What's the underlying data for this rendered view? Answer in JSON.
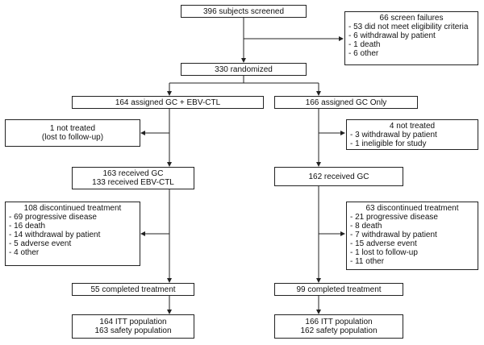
{
  "screened": "396 subjects screened",
  "screen_failures": {
    "title": "66 screen failures",
    "items": [
      "- 53 did not meet eligibility criteria",
      "- 6 withdrawal by patient",
      "- 1 death",
      "- 6 other"
    ]
  },
  "randomized": "330 randomized",
  "left_arm": {
    "assigned": "164 assigned GC + EBV-CTL",
    "not_treated": [
      "1 not treated",
      "(lost to follow-up)"
    ],
    "received": [
      "163 received GC",
      "133 received EBV-CTL"
    ],
    "discontinued": {
      "title": "108 discontinued treatment",
      "items": [
        "- 69 progressive disease",
        "- 16 death",
        "- 14 withdrawal by patient",
        "- 5 adverse event",
        "- 4 other"
      ]
    },
    "completed": "55 completed treatment",
    "population": [
      "164 ITT population",
      "163 safety population"
    ]
  },
  "right_arm": {
    "assigned": "166 assigned GC Only",
    "not_treated": {
      "title": "4 not treated",
      "items": [
        "- 3 withdrawal by patient",
        "- 1 ineligible for study"
      ]
    },
    "received": "162 received GC",
    "discontinued": {
      "title": "63 discontinued treatment",
      "items": [
        "- 21 progressive disease",
        "- 8 death",
        "- 7 withdrawal by patient",
        "- 15 adverse event",
        "- 1 lost to follow-up",
        "- 11 other"
      ]
    },
    "completed": "99 completed treatment",
    "population": [
      "166 ITT population",
      "162 safety population"
    ]
  }
}
